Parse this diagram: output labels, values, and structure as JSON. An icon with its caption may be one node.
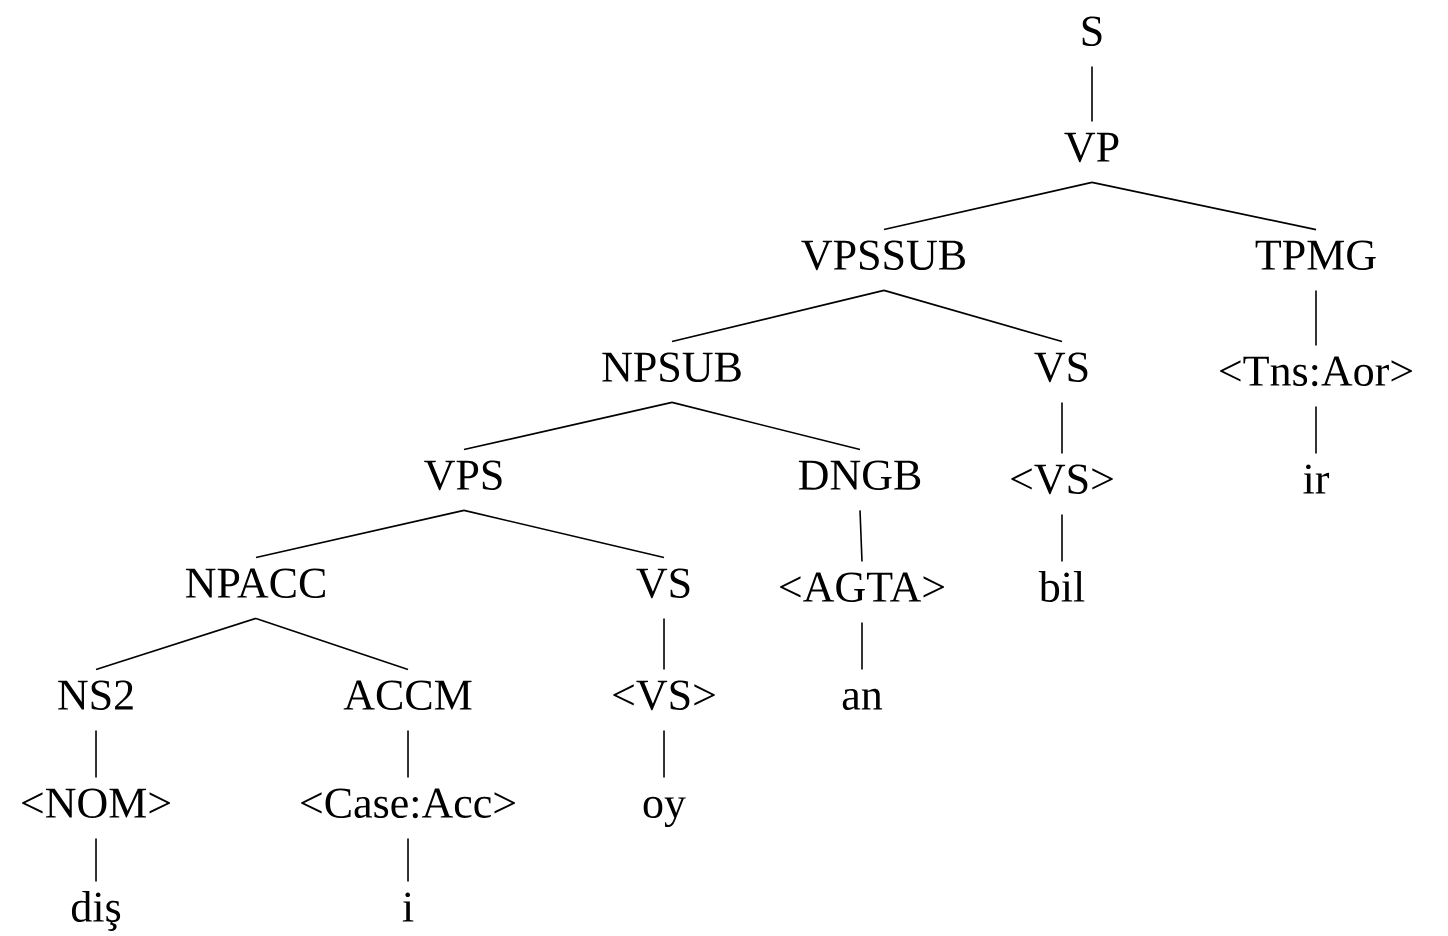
{
  "diagram": {
    "nodes": [
      {
        "text": [
          "S"
        ]
      },
      {
        "text": [
          "VP"
        ]
      },
      {
        "text": [
          "VPSSUB"
        ]
      },
      {
        "text": [
          "TPMG"
        ]
      },
      {
        "text": [
          "NPSUB"
        ]
      },
      {
        "text": [
          "VS"
        ]
      },
      {
        "text": [
          "<Tns:Aor>"
        ]
      },
      {
        "text": [
          "ir"
        ]
      },
      {
        "text": [
          "VPS"
        ]
      },
      {
        "text": [
          "DNGB"
        ]
      },
      {
        "text": [
          "<VS>"
        ]
      },
      {
        "text": [
          "bil"
        ]
      },
      {
        "text": [
          "NPACC"
        ]
      },
      {
        "text": [
          "VS"
        ]
      },
      {
        "text": [
          "<AGTA>"
        ]
      },
      {
        "text": [
          "an"
        ]
      },
      {
        "text": [
          "NS2"
        ]
      },
      {
        "text": [
          "ACCM"
        ]
      },
      {
        "text": [
          "<VS>"
        ]
      },
      {
        "text": [
          "oy"
        ]
      },
      {
        "text": [
          "<NOM>"
        ]
      },
      {
        "text": [
          "<Case:Acc>"
        ]
      },
      {
        "text": [
          "diş"
        ]
      },
      {
        "text": [
          "i"
        ]
      }
    ],
    "edges": [
      {
        "from": 0,
        "to": 1,
        "arrow": "none"
      },
      {
        "from": 1,
        "to": 2,
        "arrow": "none"
      },
      {
        "from": 1,
        "to": 3,
        "arrow": "none"
      },
      {
        "from": 2,
        "to": 4,
        "arrow": "none"
      },
      {
        "from": 2,
        "to": 5,
        "arrow": "none"
      },
      {
        "from": 3,
        "to": 6,
        "arrow": "none"
      },
      {
        "from": 6,
        "to": 7,
        "arrow": "none"
      },
      {
        "from": 4,
        "to": 8,
        "arrow": "none"
      },
      {
        "from": 4,
        "to": 9,
        "arrow": "none"
      },
      {
        "from": 5,
        "to": 10,
        "arrow": "none"
      },
      {
        "from": 10,
        "to": 11,
        "arrow": "none"
      },
      {
        "from": 8,
        "to": 12,
        "arrow": "none"
      },
      {
        "from": 8,
        "to": 13,
        "arrow": "none"
      },
      {
        "from": 9,
        "to": 14,
        "arrow": "none"
      },
      {
        "from": 14,
        "to": 15,
        "arrow": "none"
      },
      {
        "from": 12,
        "to": 16,
        "arrow": "none"
      },
      {
        "from": 12,
        "to": 17,
        "arrow": "none"
      },
      {
        "from": 13,
        "to": 18,
        "arrow": "none"
      },
      {
        "from": 18,
        "to": 19,
        "arrow": "none"
      },
      {
        "from": 16,
        "to": 20,
        "arrow": "none"
      },
      {
        "from": 17,
        "to": 21,
        "arrow": "none"
      },
      {
        "from": 20,
        "to": 22,
        "arrow": "none"
      },
      {
        "from": 21,
        "to": 23,
        "arrow": "none"
      }
    ]
  }
}
